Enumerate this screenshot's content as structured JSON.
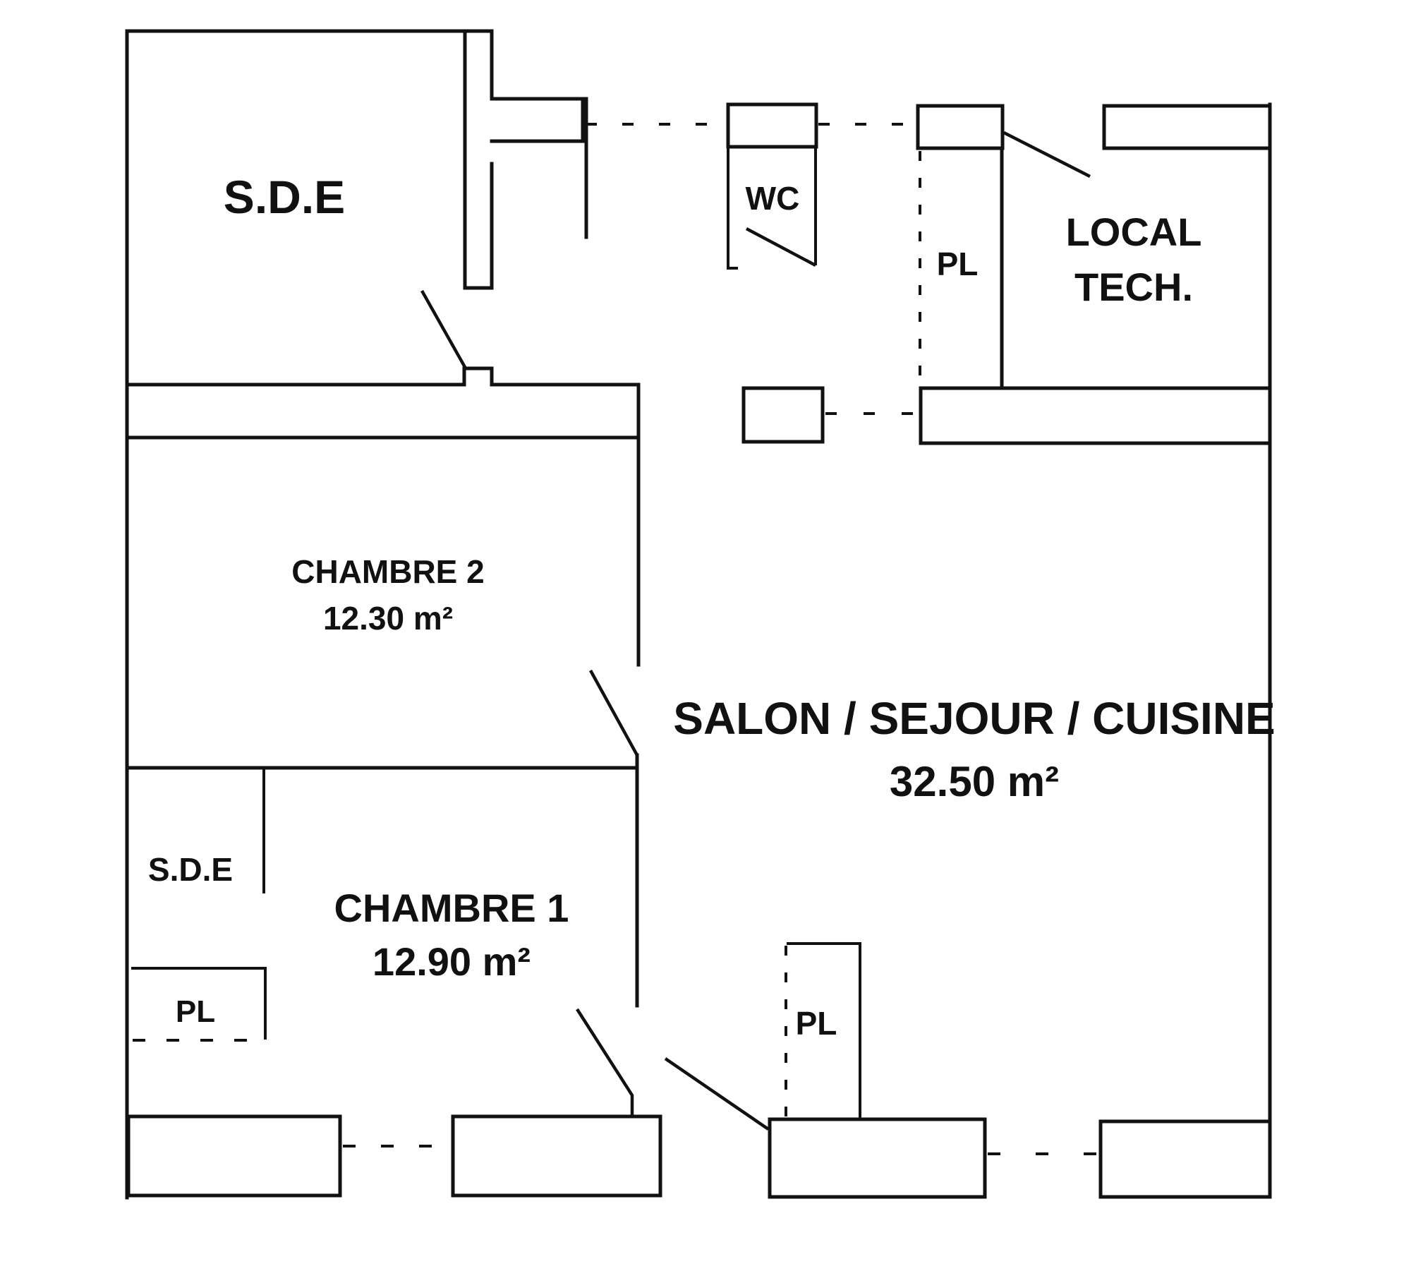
{
  "rooms": {
    "sde_top": {
      "name": "S.D.E"
    },
    "wc": {
      "name": "WC"
    },
    "pl_top": {
      "name": "PL"
    },
    "local_tech": {
      "line1": "LOCAL",
      "line2": "TECH."
    },
    "chambre2": {
      "name": "CHAMBRE 2",
      "area": "12.30 m²"
    },
    "salon": {
      "name": "SALON / SEJOUR / CUISINE",
      "area": "32.50 m²"
    },
    "sde_small": {
      "name": "S.D.E"
    },
    "chambre1": {
      "name": "CHAMBRE 1",
      "area": "12.90 m²"
    },
    "pl_small": {
      "name": "PL"
    },
    "pl_bottom": {
      "name": "PL"
    }
  }
}
